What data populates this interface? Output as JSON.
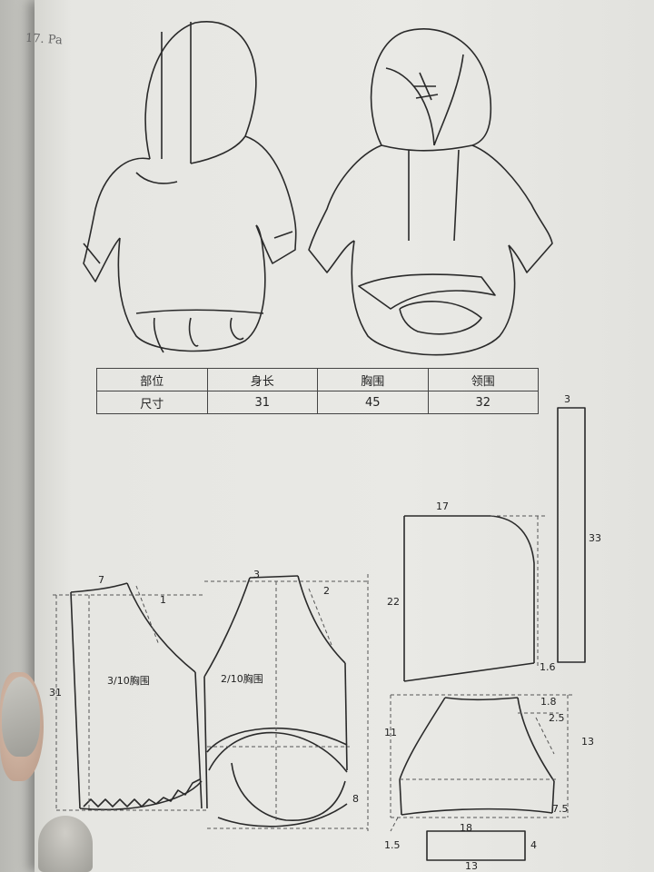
{
  "page": {
    "corner_mark": "17. Pa"
  },
  "size_table": {
    "headers": [
      "部位",
      "身长",
      "胸围",
      "领围"
    ],
    "rows": [
      [
        "尺寸",
        "31",
        "45",
        "32"
      ]
    ]
  },
  "pattern_labels": {
    "front_top": "7",
    "front_slope": "1",
    "front_height": "31",
    "front_chest": "3/10胸围",
    "back_top": "3",
    "back_slope": "2",
    "back_chest": "2/10胸围",
    "back_hem": "8",
    "hood_width": "17",
    "hood_height": "22",
    "hood_corner": "1.6",
    "neck_strip_width": "3",
    "neck_strip_length": "33",
    "sleeve_top": "1.8",
    "sleeve_slope": "2.5",
    "sleeve_left": "11",
    "sleeve_right": "13",
    "sleeve_corner": "7.5",
    "sleeve_bottom": "18",
    "sleeve_left_corner": "1.5",
    "cuff_width": "4",
    "cuff_length": "13"
  }
}
